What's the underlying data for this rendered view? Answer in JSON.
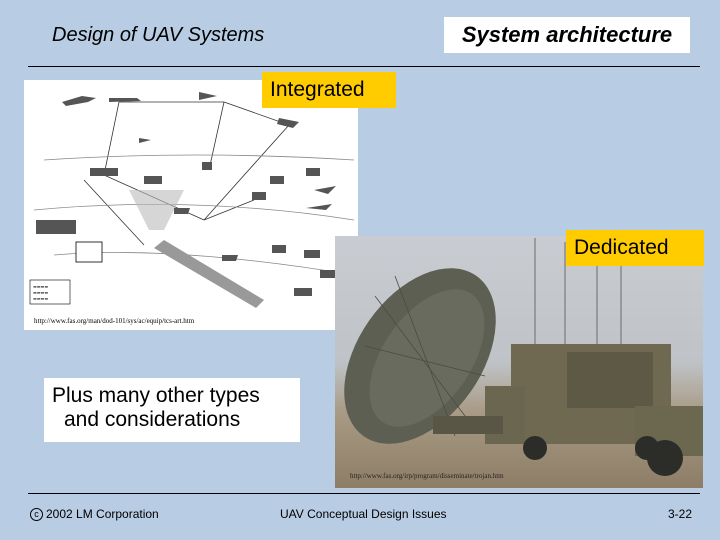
{
  "header": {
    "course_title": "Design of UAV Systems",
    "section_title": "System architecture"
  },
  "figures": {
    "integrated_label": "Integrated",
    "integrated_source_url": "http://www.fas.org/man/dod-101/sys/ac/equip/tcs-art.htm",
    "dedicated_label": "Dedicated",
    "dedicated_source_url": "http://www.fas.org/irp/program/disseminate/trojan.htm"
  },
  "callout": {
    "line1": "Plus many other types",
    "line2": "and considerations"
  },
  "footer": {
    "copyright_symbol": "c",
    "copyright_text": "2002 LM Corporation",
    "center_text": "UAV Conceptual Design Issues",
    "page_number": "3-22"
  }
}
